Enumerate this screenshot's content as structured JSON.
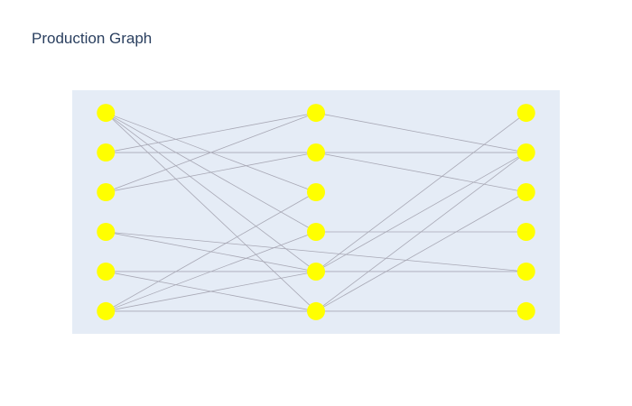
{
  "chart_data": {
    "type": "network",
    "title": "Production Graph",
    "xlabel": "",
    "ylabel": "",
    "grid": false,
    "legend": "none",
    "colors": {
      "plot_background": "#e5ecf6",
      "node": "#ffff00",
      "edge": "#a8a8b5",
      "title": "#2a3f5f"
    },
    "layers": [
      {
        "x": 0,
        "nodes": [
          "L0",
          "L1",
          "L2",
          "L3",
          "L4",
          "L5"
        ]
      },
      {
        "x": 1,
        "nodes": [
          "M0",
          "M1",
          "M2",
          "M3",
          "M4",
          "M5"
        ]
      },
      {
        "x": 2,
        "nodes": [
          "R0",
          "R1",
          "R2",
          "R3",
          "R4",
          "R5"
        ]
      }
    ],
    "nodes": [
      {
        "id": "L0",
        "x": 0,
        "y": 5
      },
      {
        "id": "L1",
        "x": 0,
        "y": 4
      },
      {
        "id": "L2",
        "x": 0,
        "y": 3
      },
      {
        "id": "L3",
        "x": 0,
        "y": 2
      },
      {
        "id": "L4",
        "x": 0,
        "y": 1
      },
      {
        "id": "L5",
        "x": 0,
        "y": 0
      },
      {
        "id": "M0",
        "x": 1,
        "y": 5
      },
      {
        "id": "M1",
        "x": 1,
        "y": 4
      },
      {
        "id": "M2",
        "x": 1,
        "y": 3
      },
      {
        "id": "M3",
        "x": 1,
        "y": 2
      },
      {
        "id": "M4",
        "x": 1,
        "y": 1
      },
      {
        "id": "M5",
        "x": 1,
        "y": 0
      },
      {
        "id": "R0",
        "x": 2,
        "y": 5
      },
      {
        "id": "R1",
        "x": 2,
        "y": 4
      },
      {
        "id": "R2",
        "x": 2,
        "y": 3
      },
      {
        "id": "R3",
        "x": 2,
        "y": 2
      },
      {
        "id": "R4",
        "x": 2,
        "y": 1
      },
      {
        "id": "R5",
        "x": 2,
        "y": 0
      }
    ],
    "edges": [
      [
        "L0",
        "M2"
      ],
      [
        "L0",
        "M4"
      ],
      [
        "L0",
        "M5"
      ],
      [
        "L0",
        "M3"
      ],
      [
        "L1",
        "M0"
      ],
      [
        "L1",
        "R1"
      ],
      [
        "L2",
        "M0"
      ],
      [
        "L2",
        "M1"
      ],
      [
        "L3",
        "M4"
      ],
      [
        "L3",
        "R4"
      ],
      [
        "L4",
        "M5"
      ],
      [
        "L4",
        "R4"
      ],
      [
        "L5",
        "M2"
      ],
      [
        "L5",
        "M3"
      ],
      [
        "L5",
        "M4"
      ],
      [
        "L5",
        "R5"
      ],
      [
        "M0",
        "R1"
      ],
      [
        "M1",
        "R2"
      ],
      [
        "R0",
        "M4"
      ],
      [
        "M3",
        "R3"
      ],
      [
        "M4",
        "R1"
      ],
      [
        "M5",
        "R1"
      ],
      [
        "M5",
        "R2"
      ]
    ],
    "xlim": [
      -0.16,
      2.16
    ],
    "ylim": [
      -0.57,
      5.57
    ]
  }
}
